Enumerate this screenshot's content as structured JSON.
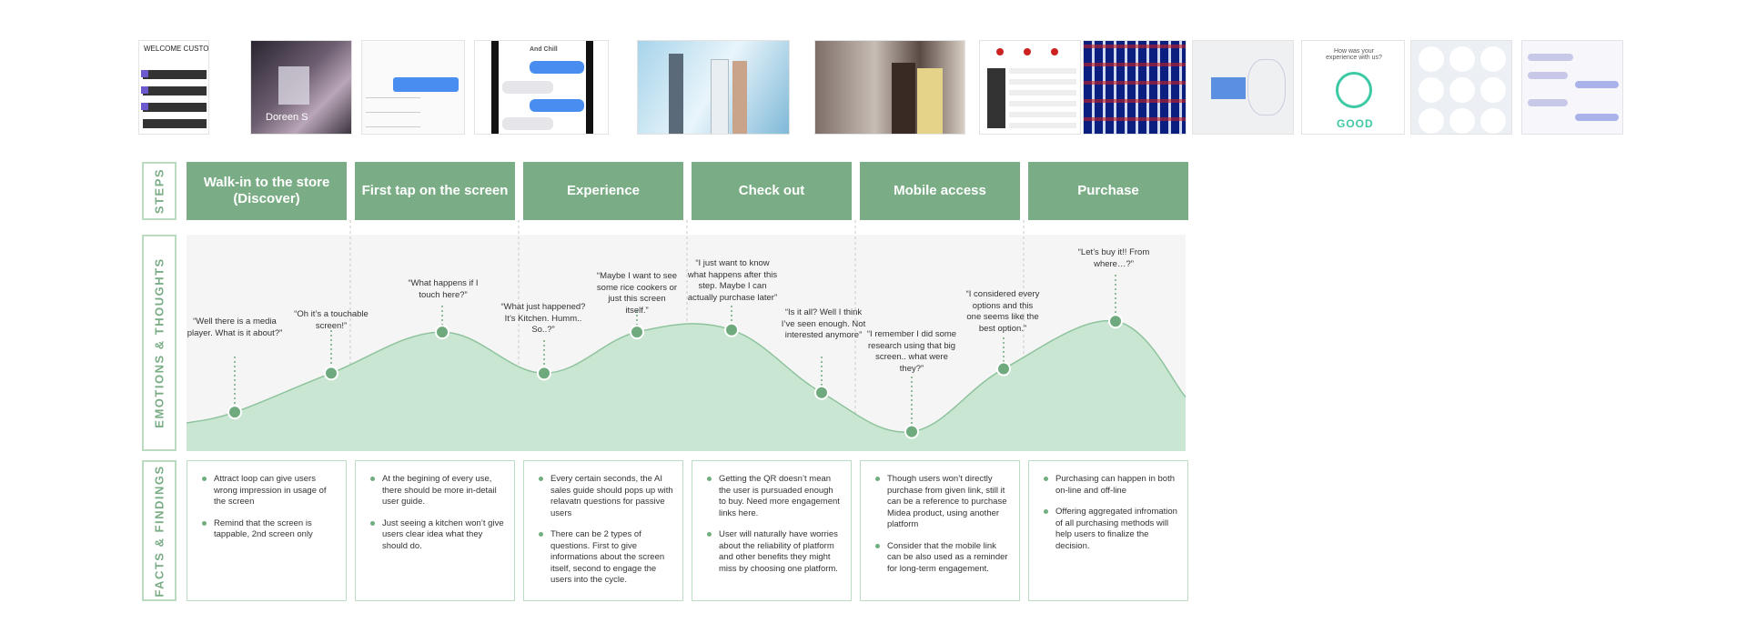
{
  "row_labels": {
    "steps": "STEPS",
    "emotions": "EMOTIONS & THOUGHTS",
    "facts": "FACTS & FINDINGS"
  },
  "thumbnails": [
    {
      "name": "welcome-screen",
      "text": "WELCOME CUSTOMER!"
    },
    {
      "name": "qr-scan-photo",
      "text": "Doreen S"
    },
    {
      "name": "chat-screen-1",
      "text": ""
    },
    {
      "name": "chat-screen-2",
      "text": "And Chill"
    },
    {
      "name": "store-photo-1",
      "text": ""
    },
    {
      "name": "store-photo-2",
      "text": ""
    },
    {
      "name": "product-grid",
      "text": ""
    },
    {
      "name": "product-wall-photo",
      "text": ""
    },
    {
      "name": "map-screen",
      "text": ""
    },
    {
      "name": "feedback-screen",
      "text": "How was your experience with us?",
      "label": "GOOD"
    },
    {
      "name": "category-circles",
      "text": ""
    },
    {
      "name": "chat-screen-3",
      "text": ""
    }
  ],
  "steps": [
    {
      "label": "Walk-in to the store (Discover)"
    },
    {
      "label": "First tap on the screen"
    },
    {
      "label": "Experience"
    },
    {
      "label": "Check out"
    },
    {
      "label": "Mobile access"
    },
    {
      "label": "Purchase"
    }
  ],
  "emotions": [
    {
      "text": "“Well there is a media player. What is it about?”",
      "level": 0.18
    },
    {
      "text": "“Oh it’s a touchable screen!”",
      "level": 0.36
    },
    {
      "text": "“What happens if I touch here?”",
      "level": 0.55
    },
    {
      "text": "“What just happened? It’s Kitchen. Humm.. So..?”",
      "level": 0.36
    },
    {
      "text": "“Maybe I want to see some rice cookers or just this screen itself.”",
      "level": 0.55
    },
    {
      "text": "“I just want to know what happens after this step. Maybe I can actually purchase later”",
      "level": 0.56
    },
    {
      "text": "“Is it all? Well I think I’ve seen enough. Not interested anymore”",
      "level": 0.27
    },
    {
      "text": "“I remember I did some research using that big screen.. what were they?”",
      "level": 0.09
    },
    {
      "text": "“I considered every options and this one seems like the best option.”",
      "level": 0.38
    },
    {
      "text": "“Let’s buy it!! From where…?”",
      "level": 0.6
    }
  ],
  "facts": [
    {
      "items": [
        "Attract loop can give users wrong impression in usage of the screen",
        "Remind that the screen is tappable, 2nd screen only"
      ]
    },
    {
      "items": [
        "At the begining of every use, there should be more in-detail user guide.",
        "Just seeing a kitchen won’t give users clear idea what they should do."
      ]
    },
    {
      "items": [
        "Every certain seconds, the AI sales guide should pops up with relavatn questions for passive users",
        "There can be 2 types of questions. First to give informations about the screen itself, second to engage the users into the cycle."
      ]
    },
    {
      "items": [
        "Getting the QR doesn’t mean the user is pursuaded enough to buy.  Need more engagement links here.",
        "User will naturally have worries about the reliability of platform and other benefits they might miss by choosing one platform."
      ]
    },
    {
      "items": [
        "Though users won’t directly purchase from given link, still it can be a reference to purchase Midea product, using another platform",
        "Consider that the mobile link can be also used as a reminder for long-term engagement."
      ]
    },
    {
      "items": [
        "Purchasing can happen in both on-line and off-line",
        "Offering aggregated infromation of all purchasing methods will help users to finalize the decision."
      ]
    }
  ],
  "colors": {
    "step_fill": "#7aad85",
    "curve_fill": "#c8e6d1",
    "curve_stroke": "#8fc39d",
    "point": "#6faa7e",
    "label": "#7aad86",
    "border": "#bcdcc4"
  }
}
